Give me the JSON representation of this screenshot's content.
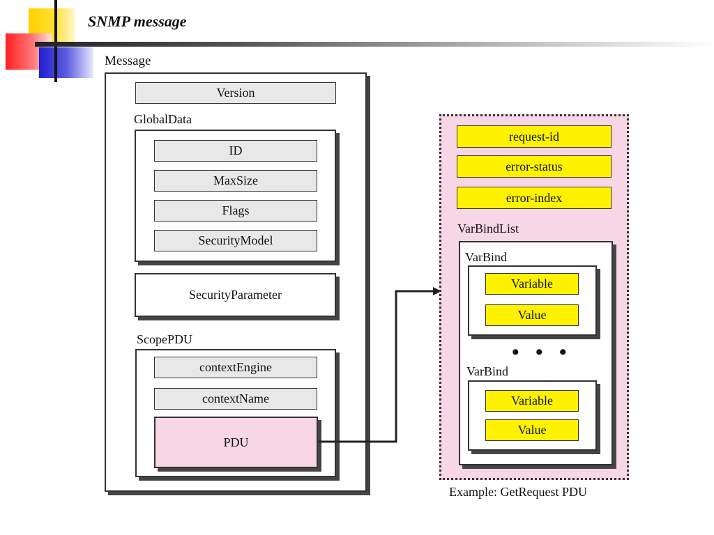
{
  "slide": {
    "title": "SNMP message"
  },
  "message": {
    "label": "Message",
    "version": "Version",
    "global_data": {
      "label": "GlobalData",
      "fields": [
        "ID",
        "MaxSize",
        "Flags",
        "SecurityModel"
      ]
    },
    "security_parameter": "SecurityParameter",
    "scope_pdu": {
      "label": "ScopePDU",
      "fields": [
        "contextEngine",
        "contextName"
      ],
      "pdu": "PDU"
    }
  },
  "example_pdu": {
    "fields": [
      "request-id",
      "error-status",
      "error-index"
    ],
    "varbindlist": {
      "label": "VarBindList",
      "varbinds": [
        {
          "label": "VarBind",
          "variable": "Variable",
          "value": "Value"
        },
        {
          "label": "VarBind",
          "variable": "Variable",
          "value": "Value"
        }
      ],
      "ellipsis": "• • •"
    },
    "caption": "Example: GetRequest PDU"
  },
  "colors": {
    "yellow_field": "#fff200",
    "pdu_pink": "#f7d6e6",
    "gray_field": "#e8e8e8"
  }
}
